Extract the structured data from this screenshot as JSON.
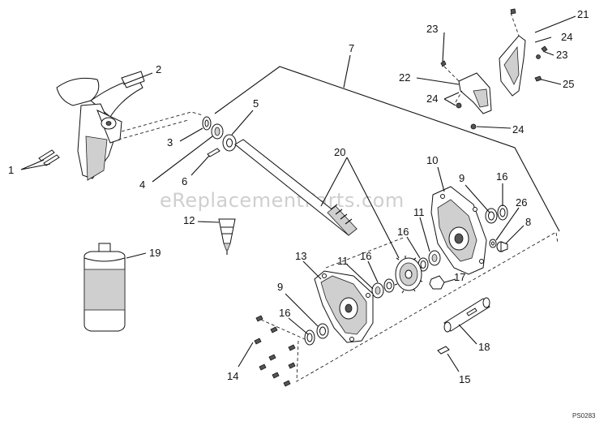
{
  "watermark": "eReplacementParts.com",
  "diagram_code": "PS0283",
  "callouts": [
    {
      "id": "c1",
      "label": "1"
    },
    {
      "id": "c2",
      "label": "2"
    },
    {
      "id": "c3",
      "label": "3"
    },
    {
      "id": "c4",
      "label": "4"
    },
    {
      "id": "c5",
      "label": "5"
    },
    {
      "id": "c6",
      "label": "6"
    },
    {
      "id": "c7",
      "label": "7"
    },
    {
      "id": "c8",
      "label": "8"
    },
    {
      "id": "c9a",
      "label": "9"
    },
    {
      "id": "c9b",
      "label": "9"
    },
    {
      "id": "c10",
      "label": "10"
    },
    {
      "id": "c11a",
      "label": "11"
    },
    {
      "id": "c11b",
      "label": "11"
    },
    {
      "id": "c12",
      "label": "12"
    },
    {
      "id": "c13",
      "label": "13"
    },
    {
      "id": "c14",
      "label": "14"
    },
    {
      "id": "c15",
      "label": "15"
    },
    {
      "id": "c16a",
      "label": "16"
    },
    {
      "id": "c16b",
      "label": "16"
    },
    {
      "id": "c16c",
      "label": "16"
    },
    {
      "id": "c16d",
      "label": "16"
    },
    {
      "id": "c17",
      "label": "17"
    },
    {
      "id": "c18",
      "label": "18"
    },
    {
      "id": "c19",
      "label": "19"
    },
    {
      "id": "c20",
      "label": "20"
    },
    {
      "id": "c21",
      "label": "21"
    },
    {
      "id": "c22",
      "label": "22"
    },
    {
      "id": "c23a",
      "label": "23"
    },
    {
      "id": "c23b",
      "label": "23"
    },
    {
      "id": "c24a",
      "label": "24"
    },
    {
      "id": "c24b",
      "label": "24"
    },
    {
      "id": "c24c",
      "label": "24"
    },
    {
      "id": "c25",
      "label": "25"
    },
    {
      "id": "c26",
      "label": "26"
    }
  ]
}
